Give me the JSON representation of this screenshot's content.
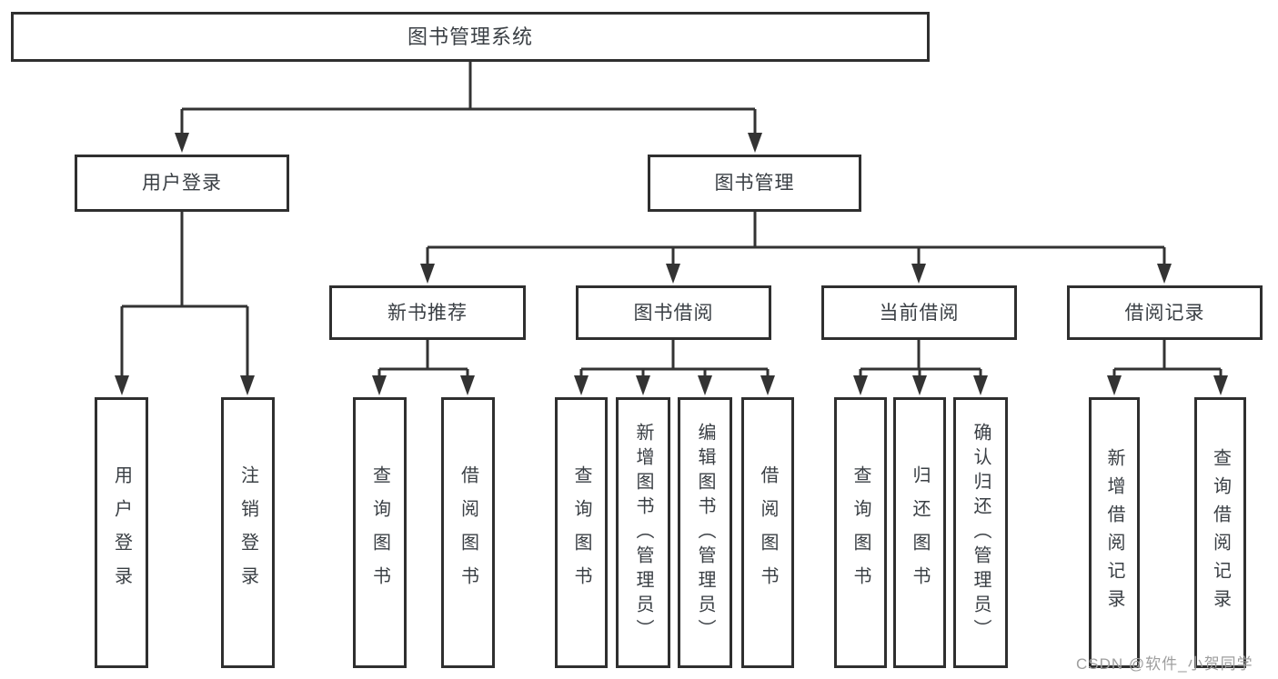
{
  "diagram": {
    "root": {
      "label": "图书管理系统"
    },
    "level2": {
      "user_login": {
        "label": "用户登录"
      },
      "book_management": {
        "label": "图书管理"
      }
    },
    "level3": {
      "new_book_recommend": {
        "label": "新书推荐"
      },
      "book_borrow": {
        "label": "图书借阅"
      },
      "current_borrow": {
        "label": "当前借阅"
      },
      "borrow_record": {
        "label": "借阅记录"
      }
    },
    "level4": {
      "user_login": {
        "label": "用户登录"
      },
      "logout_login": {
        "label": "注销登录"
      },
      "recommend_query_book": {
        "label": "查询图书"
      },
      "recommend_borrow_book": {
        "label": "借阅图书"
      },
      "borrow_query_book": {
        "label": "查询图书"
      },
      "borrow_add_book_admin": {
        "label": "新增图书（管理员）"
      },
      "borrow_edit_book_admin": {
        "label": "编辑图书（管理员）"
      },
      "borrow_borrow_book": {
        "label": "借阅图书"
      },
      "current_query_book": {
        "label": "查询图书"
      },
      "current_return_book": {
        "label": "归还图书"
      },
      "current_confirm_return_admin": {
        "label": "确认归还（管理员）"
      },
      "record_add_record": {
        "label": "新增借阅记录"
      },
      "record_query_record": {
        "label": "查询借阅记录"
      }
    },
    "watermark": "CSDN @软件_小贺同学",
    "colors": {
      "line": "#333333",
      "border": "#2f2f2f",
      "text": "#3a3f44",
      "watermark": "#9e9e9e",
      "background": "#ffffff"
    }
  }
}
